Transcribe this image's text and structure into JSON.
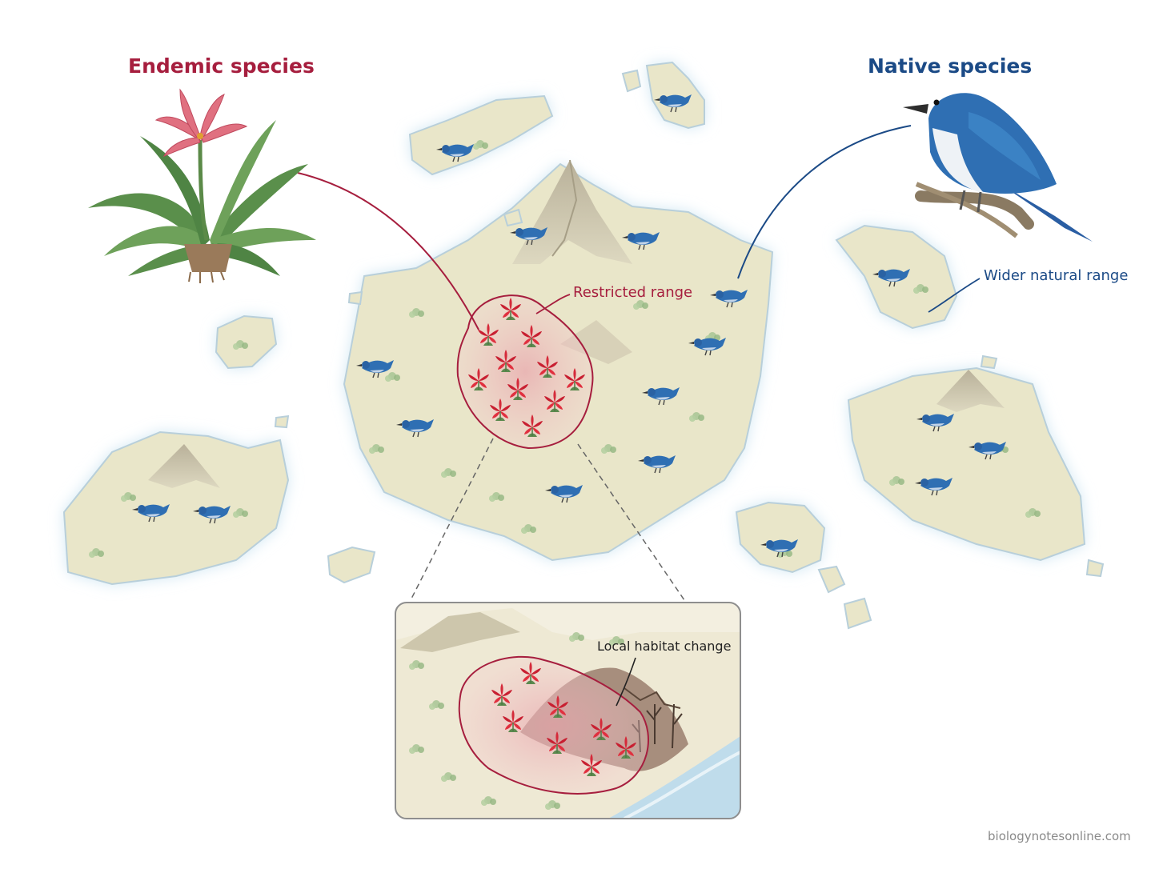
{
  "labels": {
    "endemic_heading": "Endemic species",
    "native_heading": "Native species",
    "restricted_range": "Restricted range",
    "wider_range": "Wider natural range",
    "local_habitat_change": "Local habitat change",
    "credit": "biologynotesonline.com"
  },
  "colors": {
    "endemic": "#a61e3e",
    "native": "#1b4a86",
    "water_glow": "#cfe6f3",
    "land": "#e8e6c9",
    "vegetation": "#9fbf8a",
    "mountain": "#c9c2a8",
    "bird": "#2f6fb3",
    "flower": "#d52a3a"
  },
  "icons": [
    "lily-plant-icon",
    "bluebird-icon",
    "red-flower-icon",
    "mountain-icon"
  ]
}
